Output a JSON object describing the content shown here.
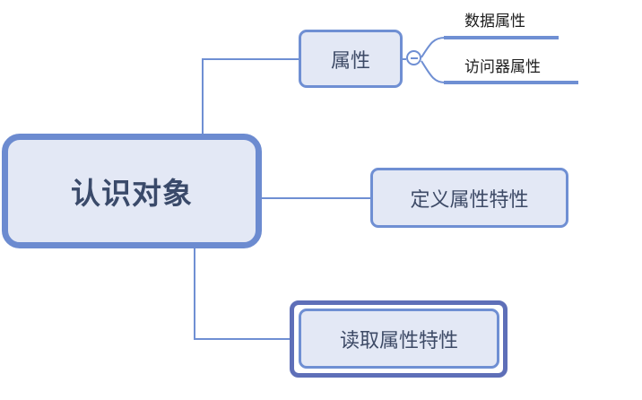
{
  "mindmap": {
    "root": {
      "label": "认识对象"
    },
    "branches": [
      {
        "label": "属性",
        "collapse_control": "minus-icon",
        "children": [
          {
            "label": "数据属性"
          },
          {
            "label": "访问器属性"
          }
        ]
      },
      {
        "label": "定义属性特性"
      },
      {
        "label": "读取属性特性",
        "selected": true
      }
    ]
  },
  "colors": {
    "node_fill": "#e3e8f5",
    "node_border": "#6f8fd3",
    "root_border": "#6c8bd0",
    "selection_border": "#5e6fb8",
    "connector": "#6f8fd3",
    "node_text": "#3d4a66",
    "leaf_text": "#1c1c1c"
  }
}
